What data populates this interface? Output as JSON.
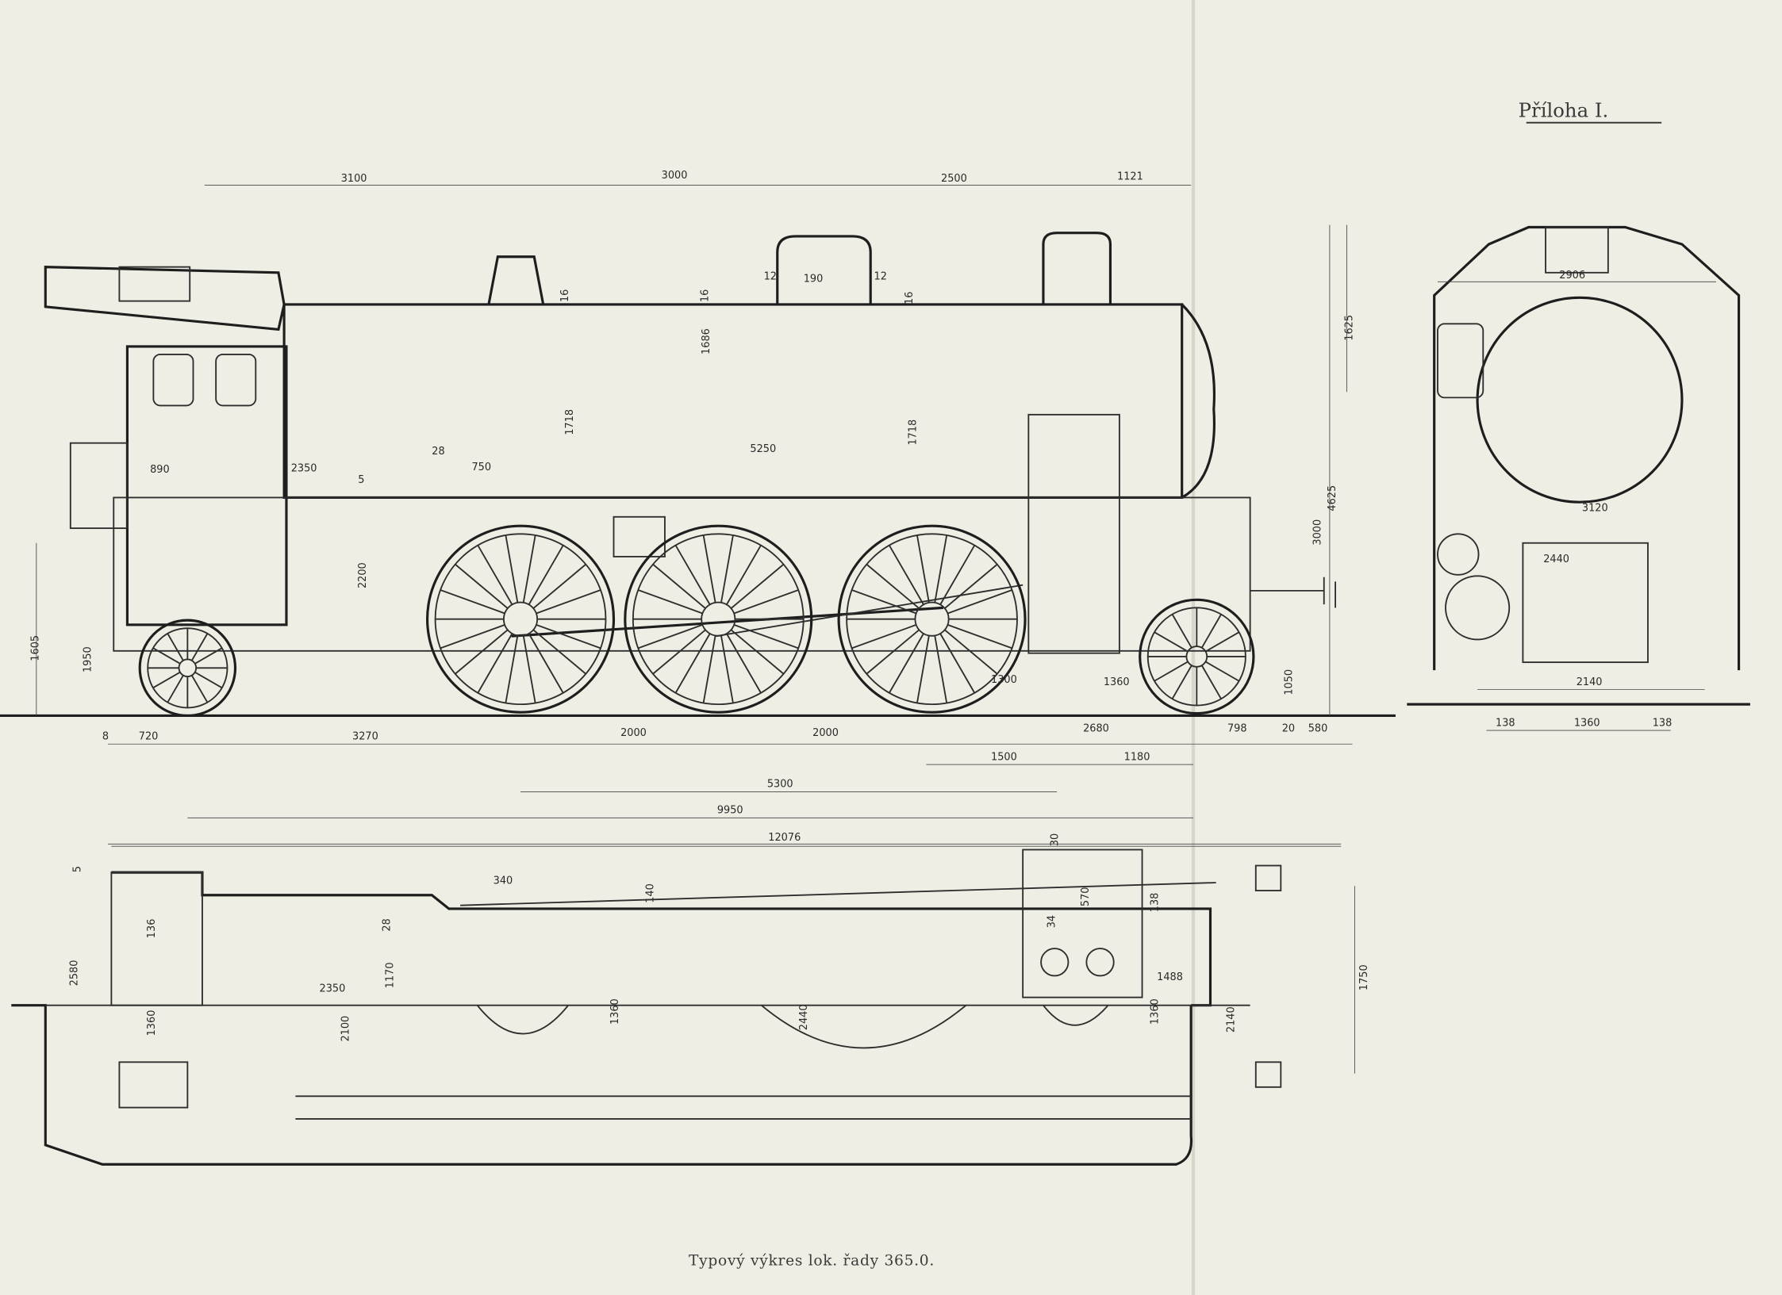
{
  "title": "Příloha I.",
  "caption": "Typový výkres lok. řady 365.0.",
  "side_view": {
    "top_dims": [
      "3100",
      "3000",
      "2500",
      "1121"
    ],
    "height_dims": [
      "1625",
      "4625",
      "3000"
    ],
    "body_dims": [
      "1686",
      "1718",
      "1718",
      "5250",
      "890",
      "2350",
      "750",
      "28",
      "2200",
      "1605",
      "1950",
      "1050",
      "1300",
      "1360",
      "12",
      "190",
      "12",
      "16",
      "16",
      "16",
      "5"
    ],
    "base_dims": [
      "8",
      "720",
      "3270",
      "2000",
      "2000",
      "2680",
      "798",
      "20",
      "580",
      "1500",
      "1180",
      "5300",
      "9950",
      "12076"
    ]
  },
  "front_view": {
    "dims": [
      "2906",
      "3120",
      "2440",
      "2140",
      "138",
      "1360",
      "138"
    ]
  },
  "plan_view": {
    "dims": [
      "340",
      "140",
      "30",
      "570",
      "138",
      "28",
      "34",
      "1488",
      "2350",
      "1170",
      "2580",
      "1360",
      "2100",
      "1360",
      "2440",
      "1360",
      "2140",
      "1750",
      "136",
      "5"
    ]
  },
  "wheels": [
    {
      "name": "trailing",
      "spokes": 12
    },
    {
      "name": "driving-1",
      "spokes": 18
    },
    {
      "name": "driving-2",
      "spokes": 18
    },
    {
      "name": "driving-3",
      "spokes": 18
    },
    {
      "name": "leading",
      "spokes": 12
    }
  ]
}
